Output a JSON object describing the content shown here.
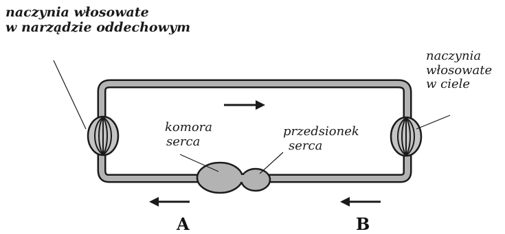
{
  "labels": {
    "lung_capillaries": [
      "naczynia włosowate",
      "w narządzie oddechowym"
    ],
    "body_capillaries": [
      "naczynia",
      "włosowate",
      "w ciele"
    ],
    "ventricle": [
      "komora",
      "serca"
    ],
    "atrium": [
      "przedsionek",
      "serca"
    ]
  },
  "letters": {
    "a": "A",
    "b": "B"
  },
  "colors": {
    "vessel_fill": "#b3b3b3",
    "outline": "#1a1a1a",
    "background": "#ffffff"
  },
  "arrows": [
    "arrow-right",
    "arrow-left",
    "arrow-left"
  ]
}
